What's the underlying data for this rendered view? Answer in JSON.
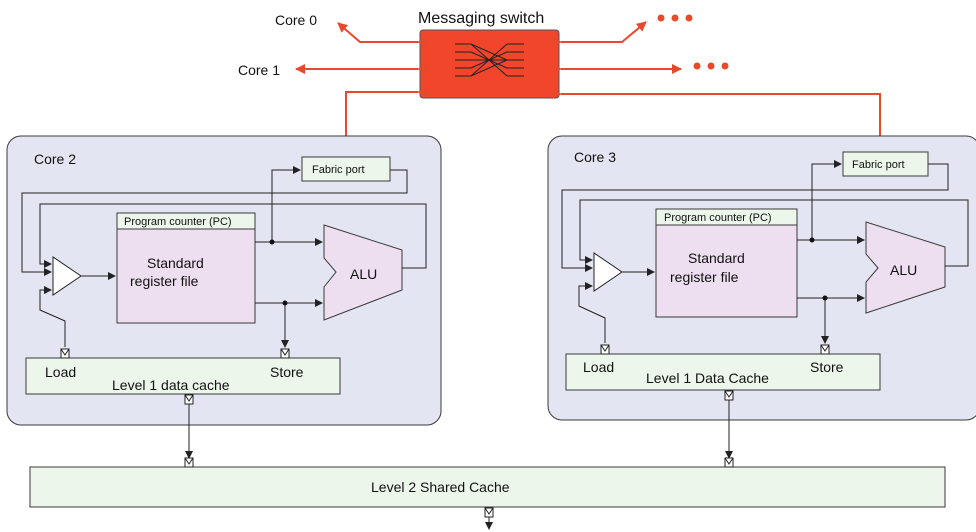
{
  "switch": {
    "title": "Messaging switch",
    "fill_color": "#f1452c",
    "link_color": "#e8492b",
    "core0_label": "Core 0",
    "core1_label": "Core 1"
  },
  "core2": {
    "title": "Core 2",
    "fabric_port": "Fabric port",
    "program_counter": "Program counter (PC)",
    "register_file_line1": "Standard",
    "register_file_line2": "register file",
    "alu": "ALU",
    "cache": "Level 1 data cache",
    "load": "Load",
    "store": "Store"
  },
  "core3": {
    "title": "Core 3",
    "fabric_port": "Fabric port",
    "program_counter": "Program counter (PC)",
    "register_file_line1": "Standard",
    "register_file_line2": "register file",
    "alu": "ALU",
    "cache": "Level 1 Data Cache",
    "load": "Load",
    "store": "Store"
  },
  "l2": {
    "label": "Level 2 Shared Cache"
  }
}
